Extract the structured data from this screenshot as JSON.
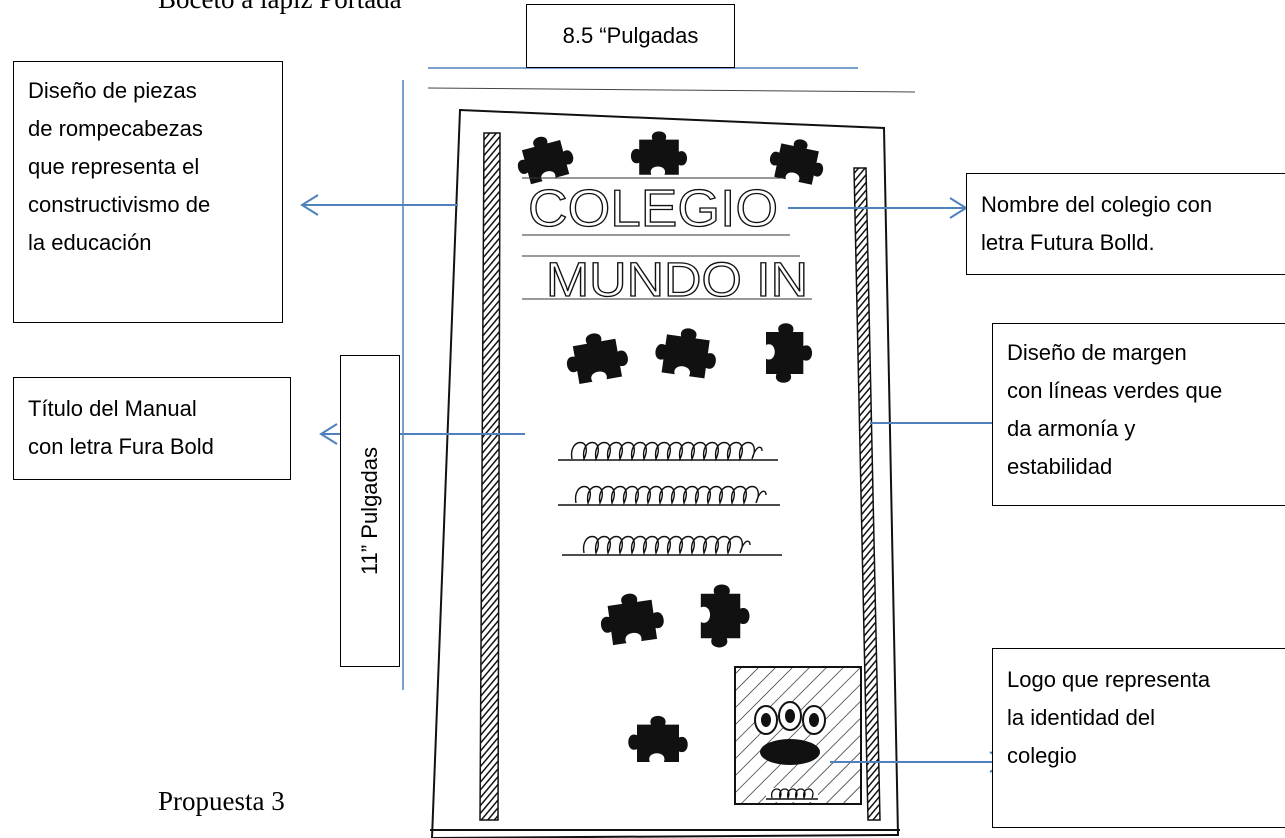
{
  "titles": {
    "top": "Boceto a lápiz Portada",
    "bottom": "Propuesta 3"
  },
  "dimensions": {
    "width": "8.5 “Pulgadas",
    "height": "11” Pulgadas"
  },
  "sketch": {
    "line1": "COLEGIO",
    "line2": "MUNDO IN"
  },
  "annotations": {
    "puzzle": [
      "Diseño de piezas",
      "de rompecabezas",
      "que representa el",
      "constructivismo de",
      "la educación"
    ],
    "nombre": [
      "Nombre del colegio con",
      "letra Futura Bolld."
    ],
    "margen": [
      "Diseño de margen",
      "con líneas verdes que",
      "da armonía y",
      "estabilidad"
    ],
    "titulo": [
      "Título del Manual",
      "con letra Fura Bold"
    ],
    "logo": [
      "Logo que representa",
      "la identidad del",
      "colegio"
    ]
  },
  "colors": {
    "arrow": "#4f81bd",
    "ink": "#111111"
  }
}
